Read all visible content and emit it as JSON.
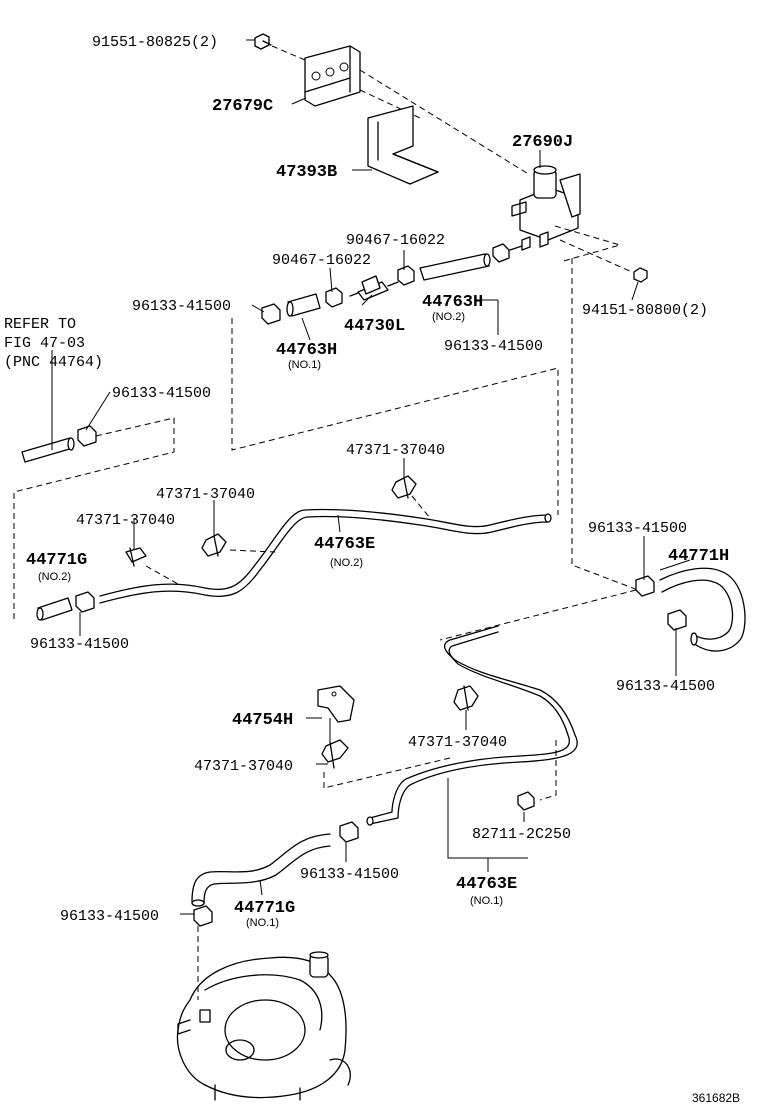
{
  "labels": {
    "bolt_91551": "91551-80825(2)",
    "bracket_27679c": "27679C",
    "bracket_47393b": "47393B",
    "vsv_27690j": "27690J",
    "clip_90467_a": "90467-16022",
    "clip_90467_b": "90467-16022",
    "clamp_96133_top_left": "96133-41500",
    "hose_44763h_no2": "44763H",
    "hose_44763h_no2_sub": "(NO.2)",
    "filter_44730l": "44730L",
    "clamp_96133_top_right": "96133-41500",
    "nut_94151": "94151-80800(2)",
    "hose_44763h_no1": "44763H",
    "hose_44763h_no1_sub": "(NO.1)",
    "refer_line1": "REFER TO",
    "refer_line2": "FIG 47-03",
    "refer_line3": "(PNC 44764)",
    "clamp_96133_left": "96133-41500",
    "clamp_47371_upper": "47371-37040",
    "clamp_47371_mid": "47371-37040",
    "clamp_47371_left": "47371-37040",
    "pipe_44763e_no2": "44763E",
    "pipe_44763e_no2_sub": "(NO.2)",
    "hose_44771g_no2": "44771G",
    "hose_44771g_no2_sub": "(NO.2)",
    "clamp_96133_lower_left": "96133-41500",
    "clamp_96133_right_upper": "96133-41500",
    "hose_44771h": "44771H",
    "clamp_96133_right_lower": "96133-41500",
    "bracket_44754h": "44754H",
    "clamp_47371_lower_left": "47371-37040",
    "clamp_47371_lower_mid": "47371-37040",
    "clamp_82711": "82711-2C250",
    "clamp_96133_bottom_mid": "96133-41500",
    "pipe_44763e_no1": "44763E",
    "pipe_44763e_no1_sub": "(NO.1)",
    "hose_44771g_no1": "44771G",
    "hose_44771g_no1_sub": "(NO.1)",
    "clamp_96133_bottom_left": "96133-41500",
    "illustration_code": "361682B"
  }
}
